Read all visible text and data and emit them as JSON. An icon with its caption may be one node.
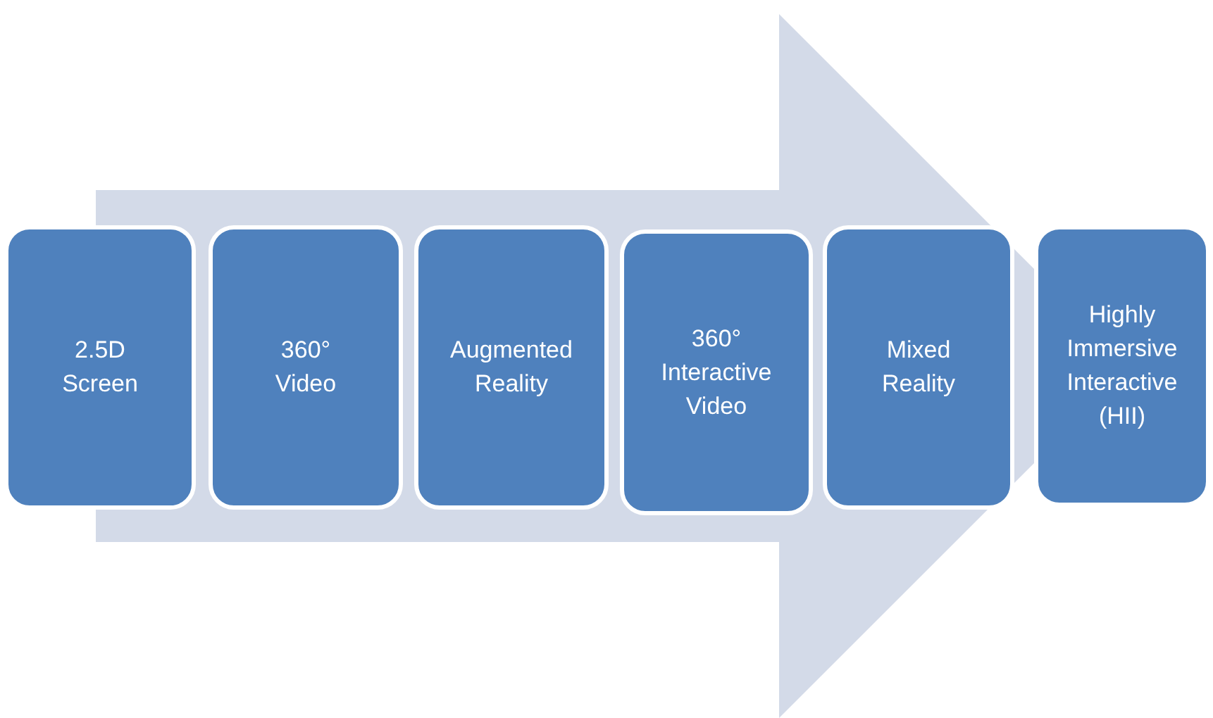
{
  "diagram": {
    "nodes": [
      {
        "text": [
          "2.5D Screen"
        ]
      },
      {
        "text": [
          "360° Video"
        ]
      },
      {
        "text": [
          "Augmented Reality"
        ]
      },
      {
        "text": [
          "360° Interactive Video"
        ]
      },
      {
        "text": [
          "Mixed Reality"
        ]
      },
      {
        "text": [
          "Highly Immersive Interactive (HII)"
        ]
      }
    ],
    "edges": [
      {
        "from": 0,
        "to": 5,
        "arrow": "to"
      }
    ]
  }
}
